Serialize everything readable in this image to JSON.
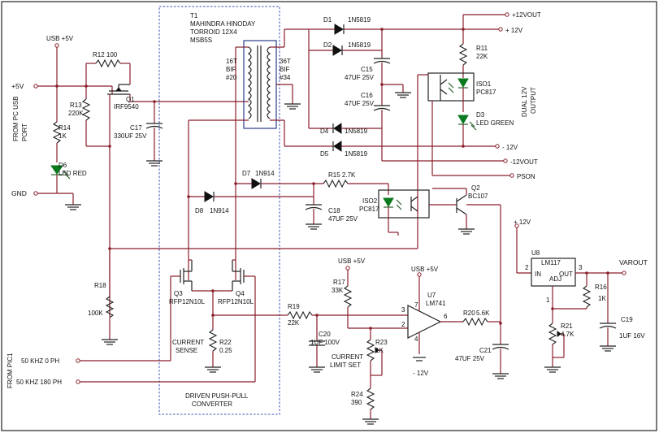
{
  "labels": {
    "usb_5v_top": "USB +5V",
    "r12": "R12 100",
    "plus5v": "+5V",
    "from_pc_usb": "FROM PC USB",
    "port": "PORT",
    "r13": "R13",
    "r13v": "220K",
    "q1": "Q1",
    "q1v": "IRF9540",
    "c17": "C17",
    "c17v": "330UF 25V",
    "r14": "R14",
    "r14v": "1K",
    "d6": "D6",
    "d6v": "LED RED",
    "gnd": "GND",
    "t1": "T1",
    "t1_l1": "MAHINDRA HINODAY",
    "t1_l2": "TORROID 12X4",
    "t1_l3": "MSB5S",
    "pri": "16T",
    "pri2": "BIF",
    "pri3": "#20",
    "sec": "36T",
    "sec2": "BIF",
    "sec3": "#34",
    "d1": "D1",
    "d1v": "1N5819",
    "d2": "D2",
    "d2v": "1N5819",
    "c15": "C15",
    "c15v": "47UF 25V",
    "c16": "C16",
    "c16v": "47UF 25V",
    "d4": "D4",
    "d4v": "1N5819",
    "d5": "D5",
    "d5v": "1N5819",
    "out12": "+12VOUT",
    "p12": "+ 12V",
    "r11": "R11",
    "r11v": "22K",
    "iso1": "ISO1",
    "iso1v": "PC817",
    "dual1": "DUAL 12V",
    "dual2": "OUTPUT",
    "d3": "D3",
    "d3v": "LED GREEN",
    "m12": "- 12V",
    "mout12": "-12VOUT",
    "pson": "PSON",
    "d7": "D7",
    "d7v": "1N914",
    "r15": "R15 2.7K",
    "d8": "D8",
    "d8v": "1N914",
    "c18": "C18",
    "c18v": "47UF 25V",
    "iso2": "ISO2",
    "iso2v": "PC817",
    "q2": "Q2",
    "q2v": "BC107",
    "p12b": "+ 12V",
    "u8": "U8",
    "u8v": "LM117",
    "u8in": "IN",
    "u8adj": "ADJ",
    "u8out": "OUT",
    "varout": "VAROUT",
    "pin3": "3",
    "pin2": "2",
    "pin1": "1",
    "r16": "R16",
    "r16v": "1K",
    "c19": "C19",
    "c19v": "1UF 16V",
    "r21": "R21",
    "r21v": "4.7K",
    "r18": "R18",
    "r18v": "100K",
    "q3": "Q3",
    "q3v": "RFP12N10L",
    "q4": "Q4",
    "q4v": "RFP12N10L",
    "current": "CURRENT",
    "sense": "SENSE",
    "r22": "R22",
    "r22v": "0.25",
    "driven1": "DRIVEN PUSH-PULL",
    "driven2": "CONVERTER",
    "usb5v_b": "USB +5V",
    "r17": "R17",
    "r17v": "33K",
    "usb5v_c": "USB +5V",
    "u7": "U7",
    "u7v": "LM741",
    "op3": "3",
    "op2": "2",
    "op6": "6",
    "op7": "7",
    "op4": "4",
    "r20": "R20",
    "r20v": "5.6K",
    "r19": "R19",
    "r19v": "22K",
    "c20": "C20",
    "c20v": "1UF 100V",
    "r23": "R23",
    "r23v": "1K",
    "cur_lim1": "CURRENT",
    "cur_lim2": "LIMIT SET",
    "m12b": "- 12V",
    "c21": "C21",
    "c21v": "47UF 25V",
    "r24": "R24",
    "r24v": "390",
    "khz0": "50 KHZ 0 PH",
    "khz180": "50 KHZ 180 PH",
    "from_pic": "FROM PIC1"
  },
  "colors": {
    "wire": "#8a1f2a",
    "component": "#222222",
    "led": "#0b7a1f",
    "converter_box": "#3a4fb5"
  }
}
